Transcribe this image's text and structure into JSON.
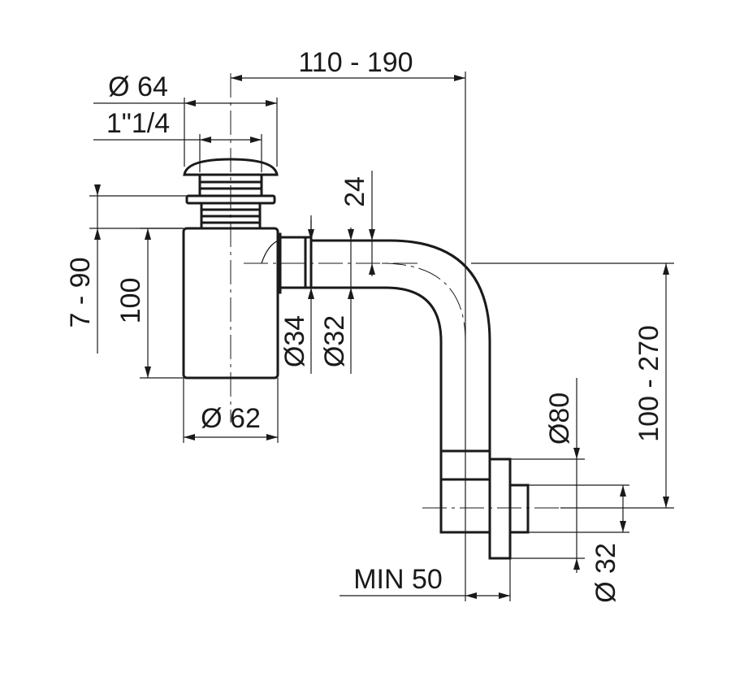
{
  "dimensions": {
    "outlet_horizontal": "110 - 190",
    "cap_diameter": "Ø 64",
    "thread_size": "1\"1/4",
    "pipe_drop": "24",
    "height_range": "7 - 90",
    "body_height": "100",
    "outer_pipe_diameter": "Ø34",
    "inner_pipe_diameter": "Ø32",
    "body_diameter": "Ø 62",
    "flange_diameter": "Ø80",
    "vertical_range": "100 - 270",
    "outlet_diameter": "Ø 32",
    "min_distance": "MIN 50"
  }
}
